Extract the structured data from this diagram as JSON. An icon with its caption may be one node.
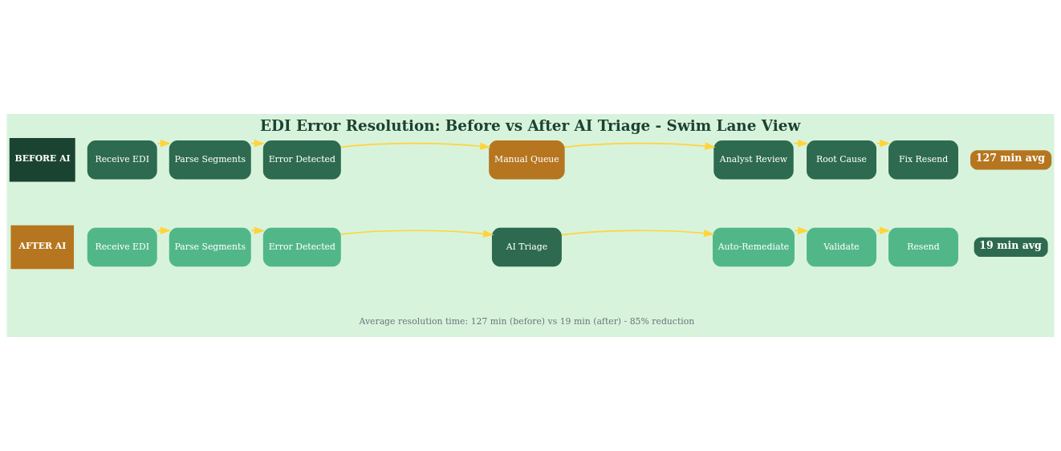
{
  "diagram": {
    "title": "EDI Error Resolution: Before vs After AI Triage - Swim Lane View",
    "caption": "Average resolution time: 127 min (before) vs 19 min (after) - 85% reduction",
    "nodes": [
      {
        "text": [
          "BEFORE AI"
        ]
      },
      {
        "text": [
          "Receive EDI"
        ]
      },
      {
        "text": [
          "Parse Segments"
        ]
      },
      {
        "text": [
          "Error Detected"
        ]
      },
      {
        "text": [
          "Manual Queue"
        ]
      },
      {
        "text": [
          "Analyst Review"
        ]
      },
      {
        "text": [
          "Root Cause"
        ]
      },
      {
        "text": [
          "Fix Resend"
        ]
      },
      {
        "text": [
          "127 min avg"
        ]
      },
      {
        "text": [
          "AFTER AI"
        ]
      },
      {
        "text": [
          "Receive EDI"
        ]
      },
      {
        "text": [
          "Parse Segments"
        ]
      },
      {
        "text": [
          "Error Detected"
        ]
      },
      {
        "text": [
          "AI Triage"
        ]
      },
      {
        "text": [
          "Auto-Remediate"
        ]
      },
      {
        "text": [
          "Validate"
        ]
      },
      {
        "text": [
          "Resend"
        ]
      },
      {
        "text": [
          "19 min avg"
        ]
      }
    ],
    "edges": [
      {
        "from": 1,
        "to": 2,
        "arrow": "to"
      },
      {
        "from": 2,
        "to": 3,
        "arrow": "to"
      },
      {
        "from": 3,
        "to": 4,
        "arrow": "to"
      },
      {
        "from": 4,
        "to": 5,
        "arrow": "to"
      },
      {
        "from": 5,
        "to": 6,
        "arrow": "to"
      },
      {
        "from": 6,
        "to": 7,
        "arrow": "to"
      },
      {
        "from": 10,
        "to": 11,
        "arrow": "to"
      },
      {
        "from": 11,
        "to": 12,
        "arrow": "to"
      },
      {
        "from": 12,
        "to": 13,
        "arrow": "to"
      },
      {
        "from": 13,
        "to": 14,
        "arrow": "to"
      },
      {
        "from": 14,
        "to": 15,
        "arrow": "to"
      },
      {
        "from": 15,
        "to": 16,
        "arrow": "to"
      }
    ]
  }
}
